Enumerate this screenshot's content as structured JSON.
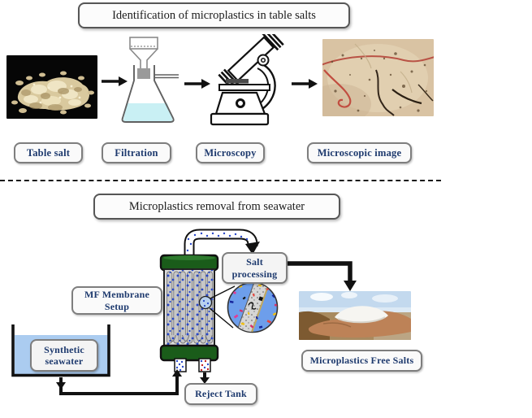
{
  "top_section": {
    "title": "Identification of microplastics in table salts",
    "labels": {
      "table_salt": "Table salt",
      "filtration": "Filtration",
      "microscopy": "Microscopy",
      "microscopic_image": "Microscopic image"
    }
  },
  "bottom_section": {
    "title": "Microplastics removal from seawater",
    "labels": {
      "mf_membrane_setup": "MF Membrane Setup",
      "salt_processing": "Salt processing",
      "synthetic_seawater": "Synthetic seawater",
      "microplastics_free_salts": "Microplastics Free Salts",
      "reject_tank": "Reject Tank"
    }
  },
  "colors": {
    "label_text": "#1e3a6e",
    "box_border": "#7e7e7e",
    "title_border": "#565656",
    "arrow": "#111111",
    "membrane_cap_green": "#1a5c1a",
    "membrane_body_gray": "#d9d9d9",
    "particle_blue": "#2948c8",
    "particle_red": "#c21f1f",
    "magnifier_blue": "#6d9eeb",
    "seawater_blue": "#abccf0",
    "flask_liquid_cyan": "#c9f0f4"
  }
}
